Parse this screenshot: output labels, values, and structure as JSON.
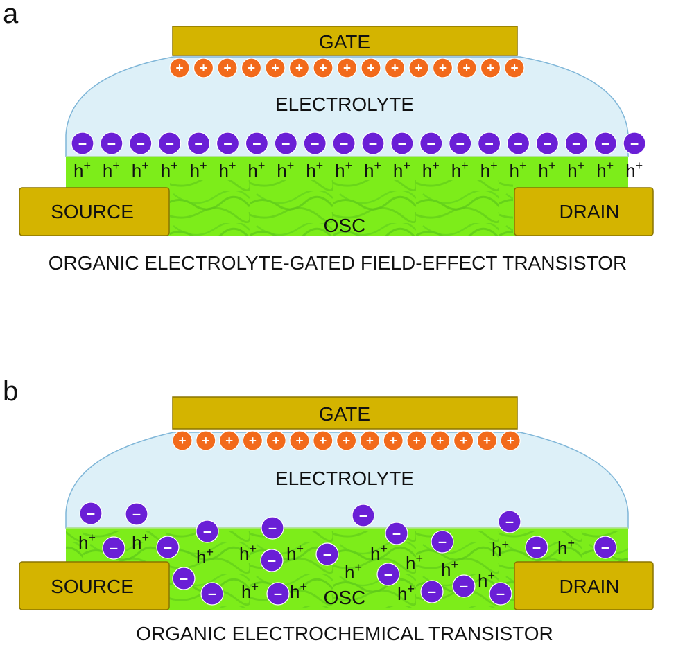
{
  "panel_a": {
    "letter": "a",
    "gate": "GATE",
    "electrolyte": "ELECTROLYTE",
    "source": "SOURCE",
    "drain": "DRAIN",
    "osc": "OSC",
    "caption": "ORGANIC ELECTROLYTE-GATED FIELD-EFFECT TRANSISTOR",
    "cation_symbol": "+",
    "anion_symbol": "–",
    "hole_label": "h",
    "hole_sup": "+"
  },
  "panel_b": {
    "letter": "b",
    "gate": "GATE",
    "electrolyte": "ELECTROLYTE",
    "source": "SOURCE",
    "drain": "DRAIN",
    "osc": "OSC",
    "caption": "ORGANIC ELECTROCHEMICAL TRANSISTOR",
    "cation_symbol": "+",
    "anion_symbol": "–",
    "hole_label": "h",
    "hole_sup": "+"
  },
  "colors": {
    "electrode": "#d4b400",
    "electrode_stroke": "#8a7400",
    "electrolyte": "#ddf0f8",
    "electrolyte_stroke": "#7fb6d8",
    "semiconductor": "#7ded1a",
    "semiconductor_fiber": "#5cc61a",
    "cation": "#f26a1b",
    "anion": "#6a1fd6",
    "text": "#111111"
  }
}
